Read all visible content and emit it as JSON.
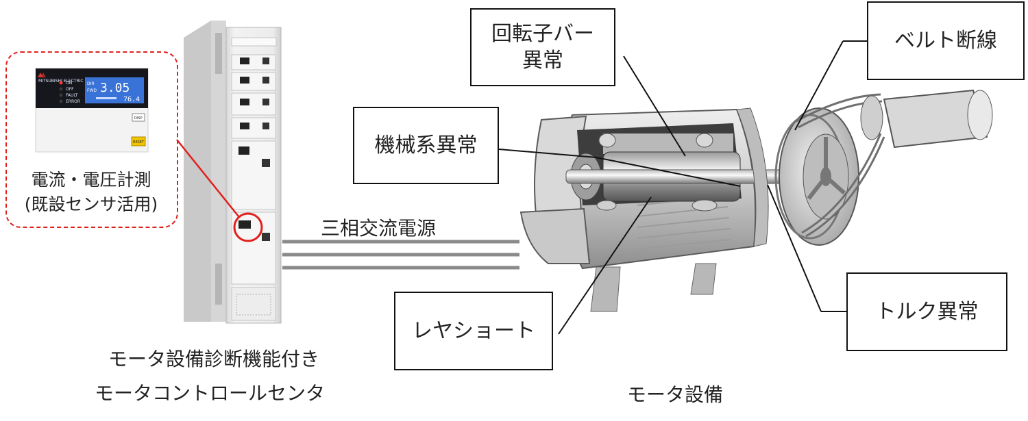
{
  "meter": {
    "brand": "MITSUBISHI ELECTRIC",
    "indicators": [
      "ON",
      "OFF",
      "FAULT",
      "ERROR"
    ],
    "mode_dir": "DIR",
    "mode_fwd": "FWD",
    "display_main": "3.05",
    "display_sub": "76.4",
    "btn_disp": "DISP",
    "btn_reset": "RESET",
    "caption_line1": "電流・電圧計測",
    "caption_line2": "(既設センサ活用)"
  },
  "mcc": {
    "caption_line1": "モータ設備診断機能付き",
    "caption_line2": "モータコントロールセンタ"
  },
  "power_label": "三相交流電源",
  "motor_caption": "モータ設備",
  "callouts": {
    "rotor_bar": [
      "回転子バー",
      "異常"
    ],
    "mechanical": "機械系異常",
    "layer_short": "レヤショート",
    "belt": "ベルト断線",
    "torque": "トルク異常"
  },
  "colors": {
    "highlight_red": "#e0201c",
    "lcd_blue": "#3a73d8",
    "reset_yellow": "#f2c400"
  }
}
